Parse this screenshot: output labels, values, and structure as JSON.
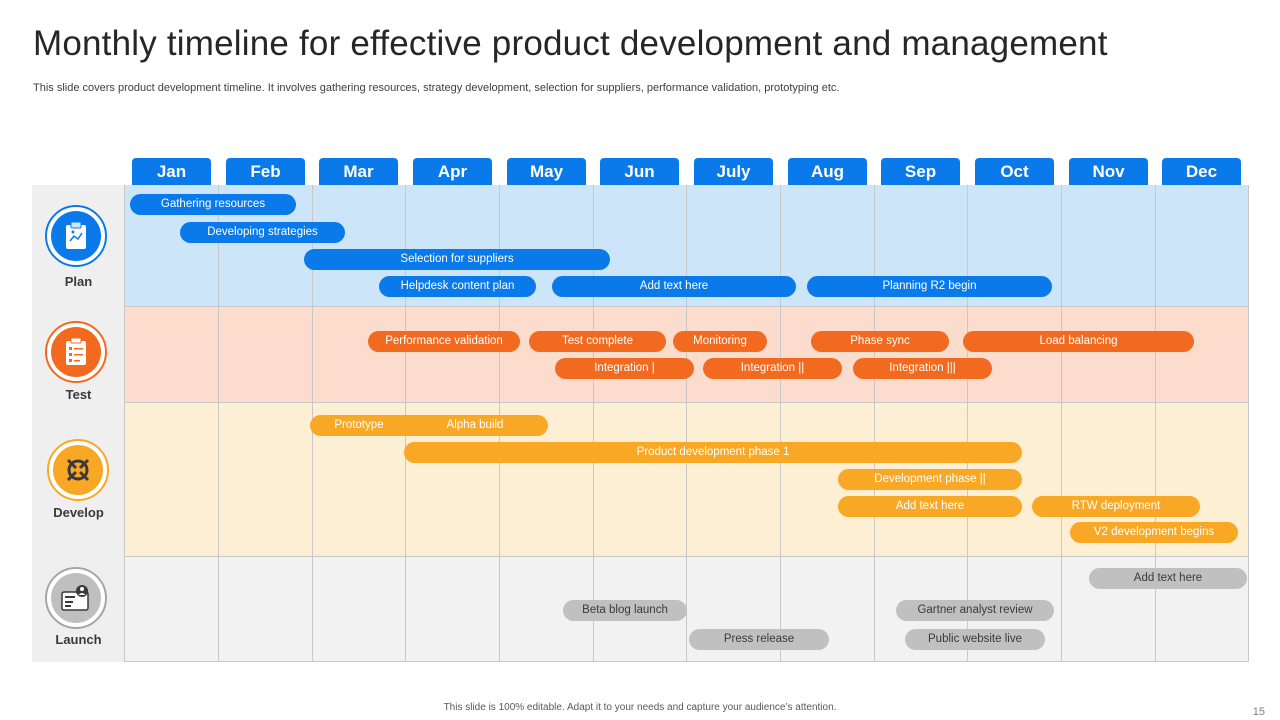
{
  "title": "Monthly timeline for effective product development and management",
  "subtitle": "This slide covers product development timeline. It involves gathering resources, strategy development, selection for suppliers, performance validation, prototyping etc.",
  "footer": "This slide is 100% editable.  Adapt it to your needs and capture your audience’s attention.",
  "page_number": "15",
  "months": [
    "Jan",
    "Feb",
    "Mar",
    "Apr",
    "May",
    "Jun",
    "July",
    "Aug",
    "Sep",
    "Oct",
    "Nov",
    "Dec"
  ],
  "phases": {
    "plan": "Plan",
    "test": "Test",
    "develop": "Develop",
    "launch": "Launch"
  },
  "plan_tasks": [
    "Gathering resources",
    "Developing strategies",
    "Selection for suppliers",
    "Helpdesk content plan",
    "Add text here",
    "Planning R2 begin"
  ],
  "test_tasks": [
    "Performance validation",
    "Test complete",
    "Monitoring",
    "Phase sync",
    "Load balancing",
    "Integration |",
    "Integration ||",
    "Integration |||"
  ],
  "develop_tasks": [
    "Prototype",
    "Alpha build",
    "Product development phase 1",
    "Development phase ||",
    "Add text here",
    "RTW deployment",
    "V2  development begins"
  ],
  "launch_tasks": [
    "Add text here",
    "Beta blog launch",
    "Gartner analyst review",
    "Press release",
    "Public website live"
  ],
  "colors": {
    "plan": "#0a7aea",
    "test": "#f26a1f",
    "develop": "#f9a825",
    "launch": "#c0c0c0",
    "plan_band": "#cce5f8",
    "test_band": "#fcdccc",
    "develop_band": "#fdefd4",
    "launch_band": "#f2f2f2"
  },
  "icons": {
    "plan": "clipboard-plan-icon",
    "test": "checklist-test-icon",
    "develop": "tools-develop-icon",
    "launch": "launch-profile-icon"
  }
}
